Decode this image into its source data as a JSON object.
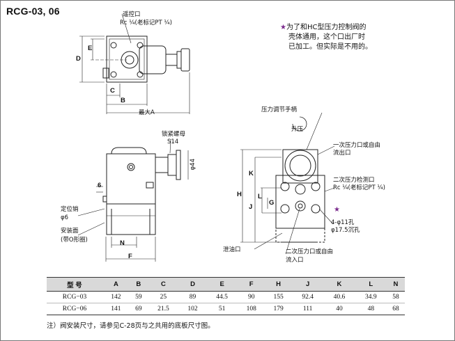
{
  "title": "RCG-03, 06",
  "note": {
    "star": "★",
    "lines": [
      "为了和HC型压力控制阀的",
      "壳体通用，这个口出厂时",
      "已加工。但实际是不用的。"
    ]
  },
  "labels": {
    "pilot_port": "遥控口",
    "pilot_port_size": "Rc ¼(老标记PT ¼)",
    "max_a": "最大A",
    "locknut": "锁紧螺母",
    "s14": "S14",
    "phi44": "φ44",
    "pin": "定位销",
    "phi6": "φ6",
    "mount_face": "安装面",
    "o_ring": "(带O形圈)",
    "handle": "压力调节手柄",
    "up_press": "升压",
    "inlet_primary": "一次压力口或自由",
    "outlet_primary": "流出口",
    "gauge": "二次压力检测口",
    "gauge_size": "Rc ¼(老标记PT ¼)",
    "holes1": "4-φ11孔",
    "holes2": "φ17.5沉孔",
    "drain": "泄油口",
    "secondary": "二次压力口或自由",
    "secondary2": "流入口",
    "star2": "★",
    "dim_6": "6"
  },
  "dims": {
    "D": "D",
    "E": "E",
    "C": "C",
    "B": "B",
    "N": "N",
    "F": "F",
    "H": "H",
    "J": "J",
    "K": "K",
    "L": "L",
    "G": "G"
  },
  "table": {
    "headers": [
      "型  号",
      "A",
      "B",
      "C",
      "D",
      "E",
      "F",
      "H",
      "J",
      "K",
      "L",
      "N"
    ],
    "rows": [
      [
        "RCG−03",
        "142",
        "59",
        "25",
        "89",
        "44.5",
        "90",
        "155",
        "92.4",
        "40.6",
        "34.9",
        "58"
      ],
      [
        "RCG−06",
        "141",
        "69",
        "21.5",
        "102",
        "51",
        "108",
        "179",
        "111",
        "40",
        "48",
        "68"
      ]
    ]
  },
  "footnote": "注）阀安装尺寸，请参见C-28页与之共用的底板尺寸图。"
}
